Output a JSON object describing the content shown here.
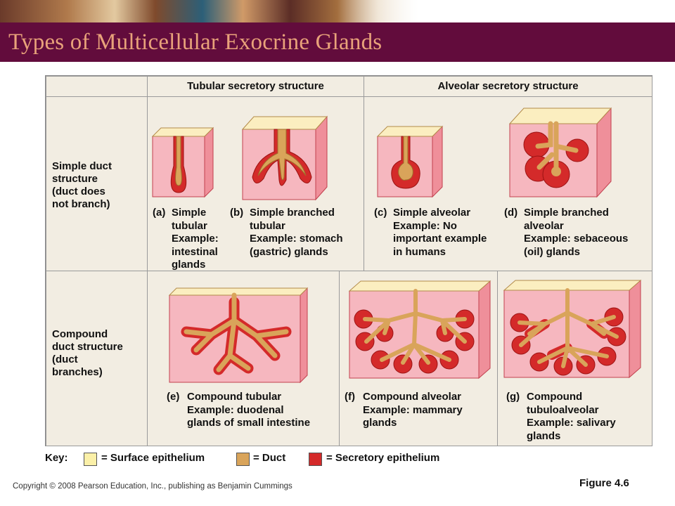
{
  "slide": {
    "title": "Types of Multicellular Exocrine Glands",
    "copyright": "Copyright © 2008 Pearson Education, Inc., publishing as Benjamin Cummings",
    "figure_number": "Figure 4.6"
  },
  "table": {
    "col_headers": [
      "Tubular secretory structure",
      "Alveolar secretory structure"
    ],
    "rows": [
      {
        "label_bold": [
          "Simple duct",
          "structure"
        ],
        "label_plain": [
          "(duct does",
          "not branch)"
        ]
      },
      {
        "label_bold": [
          "Compound",
          "duct structure"
        ],
        "label_plain": [
          "(duct",
          "branches)"
        ]
      }
    ],
    "glands": [
      {
        "letter": "(a)",
        "name": [
          "Simple",
          "tubular"
        ],
        "example": [
          "Example:",
          "intestinal",
          "glands"
        ]
      },
      {
        "letter": "(b)",
        "name": [
          "Simple branched",
          "tubular"
        ],
        "example": [
          "Example: stomach",
          "(gastric) glands"
        ]
      },
      {
        "letter": "(c)",
        "name": [
          "Simple alveolar"
        ],
        "example": [
          "Example: No",
          "important example",
          "in humans"
        ]
      },
      {
        "letter": "(d)",
        "name": [
          "Simple branched",
          "alveolar"
        ],
        "example": [
          "Example: sebaceous",
          "(oil) glands"
        ]
      },
      {
        "letter": "(e)",
        "name": [
          "Compound tubular"
        ],
        "example": [
          "Example: duodenal",
          "glands of small intestine"
        ]
      },
      {
        "letter": "(f)",
        "name": [
          "Compound alveolar"
        ],
        "example": [
          "Example: mammary",
          "glands"
        ]
      },
      {
        "letter": "(g)",
        "name": [
          "Compound",
          "tubuloalveolar"
        ],
        "example": [
          "Example: salivary",
          "glands"
        ]
      }
    ]
  },
  "key": {
    "label": "Key:",
    "items": [
      {
        "label": "= Surface epithelium",
        "color": "#fbf0a8"
      },
      {
        "label": "= Duct",
        "color": "#d9a45a"
      },
      {
        "label": "= Secretory epithelium",
        "color": "#d42a2a"
      }
    ]
  },
  "colors": {
    "title_bar": "#620c3c",
    "title_text": "#e8a27a",
    "tissue_front": "#f6b7bf",
    "tissue_side": "#ef8f9a",
    "surface": "#fbeec0"
  }
}
